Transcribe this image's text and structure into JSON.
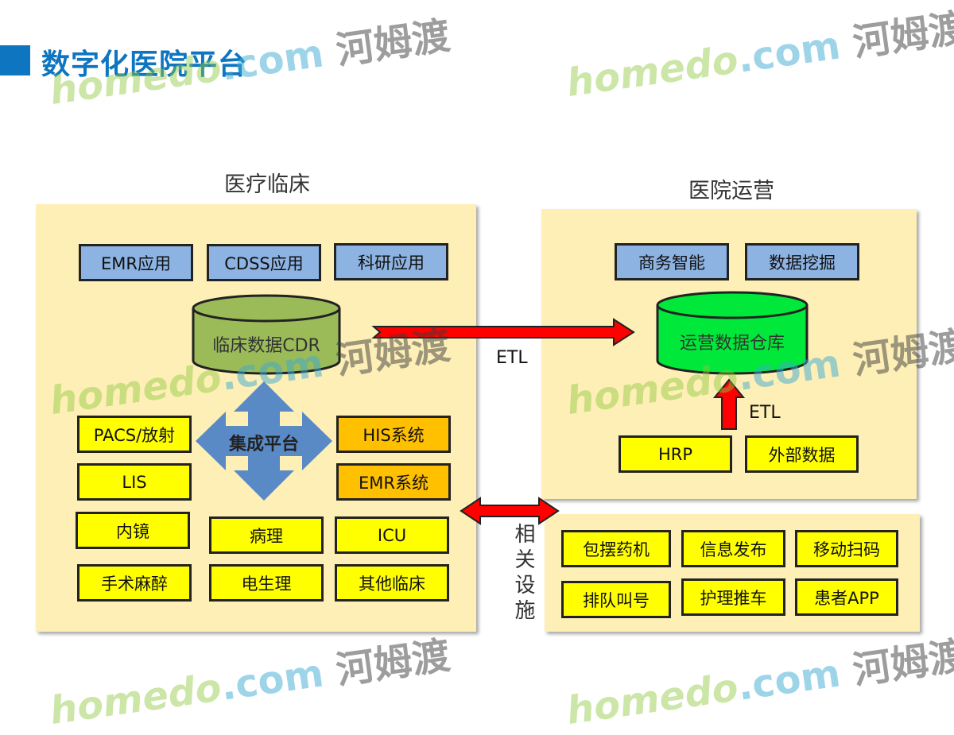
{
  "title": "数字化医院平台",
  "clinical": {
    "heading": "医疗临床",
    "apps": [
      "EMR应用",
      "CDSS应用",
      "科研应用"
    ],
    "cdr": "临床数据CDR",
    "integration": "集成平台",
    "systems_left": [
      "PACS/放射",
      "LIS"
    ],
    "systems_right": [
      "HIS系统",
      "EMR系统"
    ],
    "row3": [
      "内镜",
      "病理",
      "ICU"
    ],
    "row4": [
      "手术麻醉",
      "电生理",
      "其他临床"
    ]
  },
  "operations": {
    "heading": "医院运营",
    "apps": [
      "商务智能",
      "数据挖掘"
    ],
    "warehouse": "运营数据仓库",
    "sources": [
      "HRP",
      "外部数据"
    ],
    "etl_up": "ETL"
  },
  "etl_main": "ETL",
  "facilities": {
    "label": "相关设施",
    "items": [
      "包摆药机",
      "信息发布",
      "移动扫码",
      "排队叫号",
      "护理推车",
      "患者APP"
    ]
  },
  "watermark": {
    "brand": "homedo",
    "domain": ".com",
    "cn": "河姆渡"
  },
  "colors": {
    "title": "#0e75c1",
    "app_box": "#8db3e2",
    "system_box": "#ffff00",
    "core_system": "#ffc000",
    "cdr": "#9bbb59",
    "warehouse": "#00e83a",
    "arrow": "#ff0000",
    "integration": "#5a8ac6",
    "panel": "#fdefb6"
  }
}
